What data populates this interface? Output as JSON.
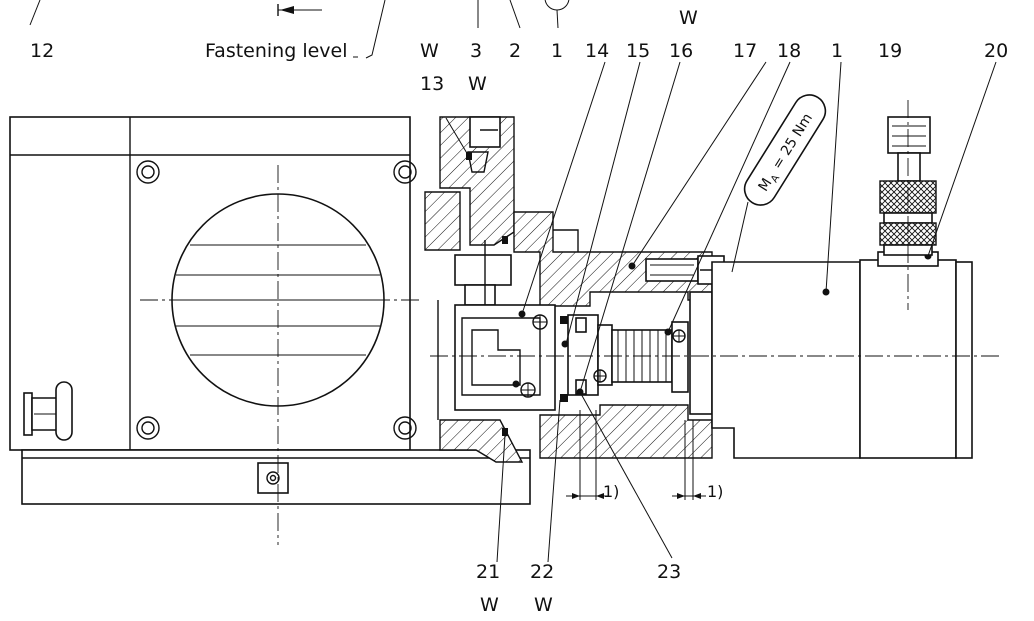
{
  "fastening_label": "Fastening level",
  "torque_label": "M",
  "torque_sub": "A",
  "torque_value": "= 25 Nm",
  "dim_note": "1)",
  "callouts_top": [
    "12",
    "W",
    "3",
    "2",
    "1",
    "W",
    "14",
    "15",
    "16",
    "17",
    "18",
    "1",
    "19",
    "20"
  ],
  "callouts_mid": [
    "13",
    "W"
  ],
  "callouts_bottom": [
    "21",
    "22",
    "23",
    "W",
    "W"
  ]
}
